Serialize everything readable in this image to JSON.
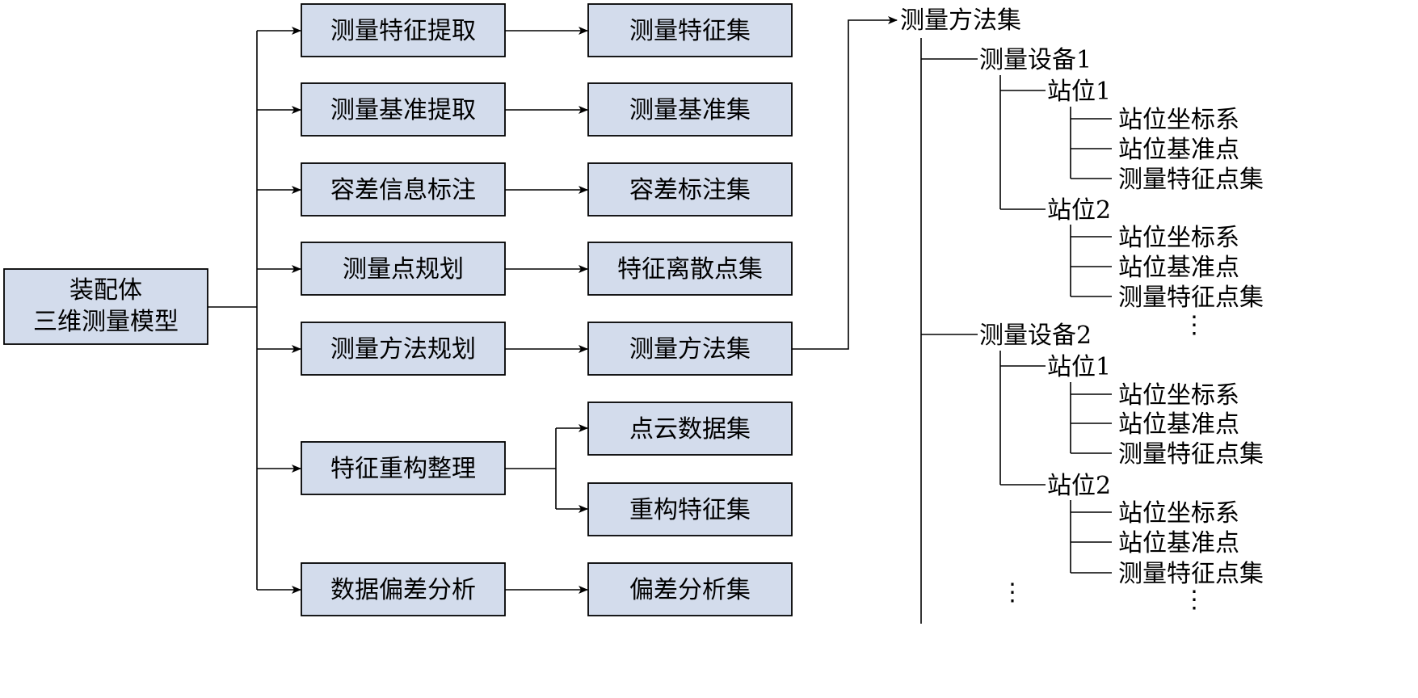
{
  "root": {
    "line1": "装配体",
    "line2": "三维测量模型"
  },
  "steps": [
    {
      "process": "测量特征提取",
      "outputs": [
        "测量特征集"
      ]
    },
    {
      "process": "测量基准提取",
      "outputs": [
        "测量基准集"
      ]
    },
    {
      "process": "容差信息标注",
      "outputs": [
        "容差标注集"
      ]
    },
    {
      "process": "测量点规划",
      "outputs": [
        "特征离散点集"
      ]
    },
    {
      "process": "测量方法规划",
      "outputs": [
        "测量方法集"
      ]
    },
    {
      "process": "特征重构整理",
      "outputs": [
        "点云数据集",
        "重构特征集"
      ]
    },
    {
      "process": "数据偏差分析",
      "outputs": [
        "偏差分析集"
      ]
    }
  ],
  "tree": {
    "title": "测量方法集",
    "devices": [
      {
        "name": "测量设备1",
        "stations": [
          {
            "name": "站位1",
            "items": [
              "站位坐标系",
              "站位基准点",
              "测量特征点集"
            ]
          },
          {
            "name": "站位2",
            "items": [
              "站位坐标系",
              "站位基准点",
              "测量特征点集"
            ]
          }
        ]
      },
      {
        "name": "测量设备2",
        "stations": [
          {
            "name": "站位1",
            "items": [
              "站位坐标系",
              "站位基准点",
              "测量特征点集"
            ]
          },
          {
            "name": "站位2",
            "items": [
              "站位坐标系",
              "站位基准点",
              "测量特征点集"
            ]
          }
        ]
      }
    ],
    "ellipsis": "⋮"
  }
}
